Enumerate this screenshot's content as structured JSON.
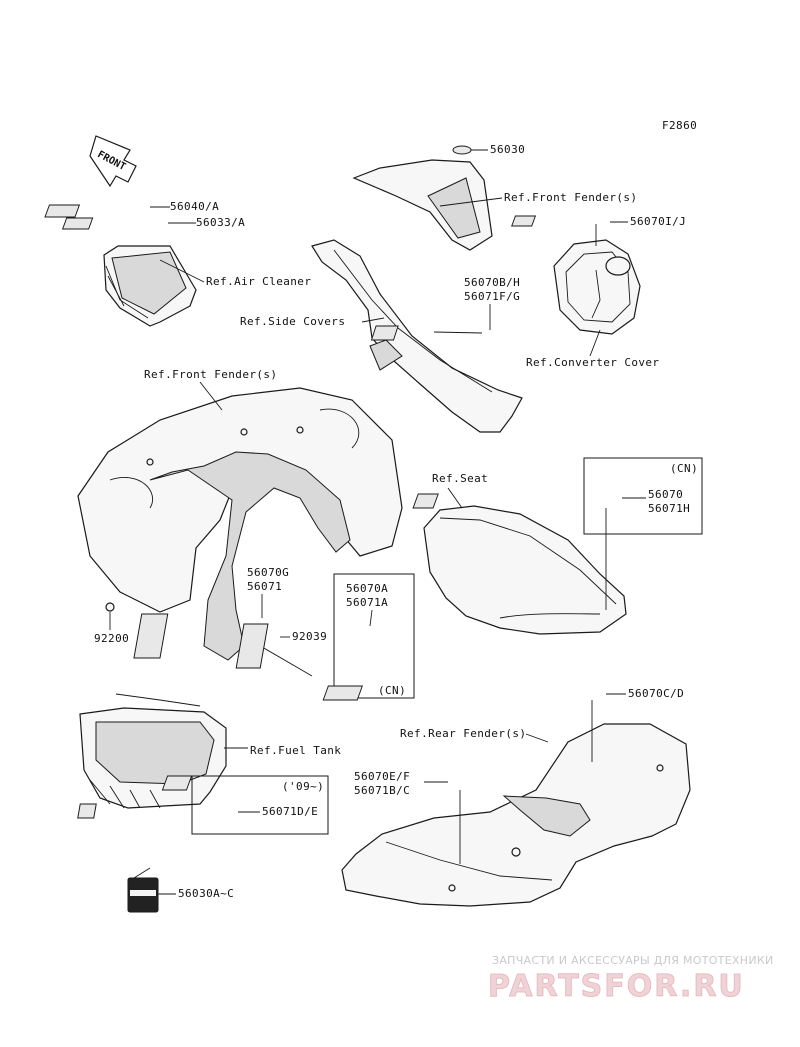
{
  "figure_code": "F2860",
  "front_arrow": "FRONT",
  "labels": {
    "l_56040": "56040/A",
    "l_56033": "56033/A",
    "l_air_cleaner": "Ref.Air Cleaner",
    "l_56030": "56030",
    "l_front_fender_top": "Ref.Front Fender(s)",
    "l_56070ij": "56070I/J",
    "l_56070bh": "56070B/H",
    "l_56071fg": "56071F/G",
    "l_side_covers": "Ref.Side Covers",
    "l_converter": "Ref.Converter Cover",
    "l_front_fender_main": "Ref.Front Fender(s)",
    "l_seat": "Ref.Seat",
    "l_cn_top": "(CN)",
    "l_56070": "56070",
    "l_56071h": "56071H",
    "l_56070g": "56070G",
    "l_56071": "56071",
    "l_56070a": "56070A",
    "l_56071a": "56071A",
    "l_cn_bottom": "(CN)",
    "l_92200": "92200",
    "l_92039": "92039",
    "l_56070cd": "56070C/D",
    "l_rear_fender": "Ref.Rear Fender(s)",
    "l_fuel_tank": "Ref.Fuel Tank",
    "l_56070ef": "56070E/F",
    "l_56071bc": "56071B/C",
    "l_09": "('09~)",
    "l_56071de": "56071D/E",
    "l_56030ac": "56030A~C"
  },
  "watermark": {
    "tagline": "ЗАПЧАСТИ И АКСЕССУАРЫ ДЛЯ МОТОТЕХНИКИ",
    "brand": "PARTSFOR.RU"
  }
}
